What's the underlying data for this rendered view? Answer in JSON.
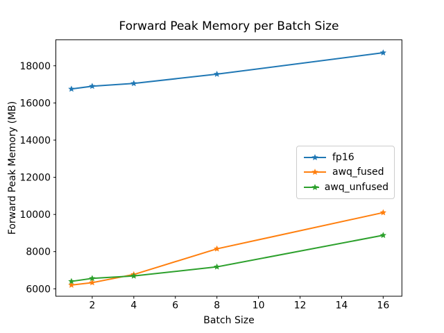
{
  "chart_data": {
    "type": "line",
    "title": "Forward Peak Memory per Batch Size",
    "xlabel": "Batch Size",
    "ylabel": "Forward Peak Memory (MB)",
    "x": [
      1,
      2,
      4,
      8,
      16
    ],
    "series": [
      {
        "name": "fp16",
        "color": "#1f77b4",
        "values": [
          16750,
          16900,
          17050,
          17550,
          18700
        ]
      },
      {
        "name": "awq_fused",
        "color": "#ff7f0e",
        "values": [
          6200,
          6330,
          6770,
          8150,
          10100
        ]
      },
      {
        "name": "awq_unfused",
        "color": "#2ca02c",
        "values": [
          6400,
          6560,
          6690,
          7180,
          8880
        ]
      }
    ],
    "marker": "star",
    "xticks": [
      2,
      4,
      6,
      8,
      10,
      12,
      14,
      16
    ],
    "yticks": [
      6000,
      8000,
      10000,
      12000,
      14000,
      16000,
      18000
    ],
    "xlim": [
      0.25,
      16.9
    ],
    "ylim": [
      5600,
      19400
    ],
    "grid": false,
    "legend_position": "center-right",
    "background_color": "#ffffff",
    "axis_color": "#000000"
  }
}
